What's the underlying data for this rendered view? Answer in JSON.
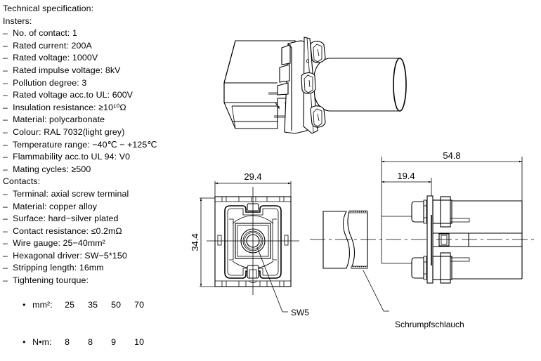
{
  "specification": {
    "title": "Technical specification:",
    "inserts_heading": "Insters:",
    "inserts": [
      "No. of contact: 1",
      "Rated current: 200A",
      "Rated voltage: 1000V",
      "Rated impulse voltage: 8kV",
      "Pollution degree: 3",
      "Rated voltage acc.to UL: 600V",
      "Insulation resistance: ≥10¹⁰Ω",
      "Material: polycarbonate",
      "Colour: RAL 7032(light grey)",
      "Temperature range: −40℃ − +125℃",
      "Flammability acc.to UL 94: V0",
      "Mating cycles: ≥500"
    ],
    "contacts_heading": "Contacts:",
    "contacts": [
      "Terminal: axial screw terminal",
      "Material: copper alloy",
      "Surface: hard−silver plated",
      "Contact resistance: ≤0.2mΩ",
      "Wire gauge: 25−40mm²",
      "Hexagonal driver: SW−5*150",
      "Stripping length: 16mm",
      "Tightening tourque:"
    ],
    "torque_table": {
      "rows": [
        {
          "label": "mm²:",
          "values": [
            "25",
            "35",
            "50",
            "70"
          ]
        },
        {
          "label": "N•m:",
          "values": [
            "8",
            "8",
            "9",
            "10"
          ]
        }
      ]
    }
  },
  "drawing": {
    "front_view": {
      "width_dim": "29.4",
      "height_dim": "34.4",
      "callout": "SW5"
    },
    "side_view": {
      "overall_length_dim": "54.8",
      "flange_offset_dim": "19.4",
      "callout": "Schrumpfschlauch"
    }
  }
}
